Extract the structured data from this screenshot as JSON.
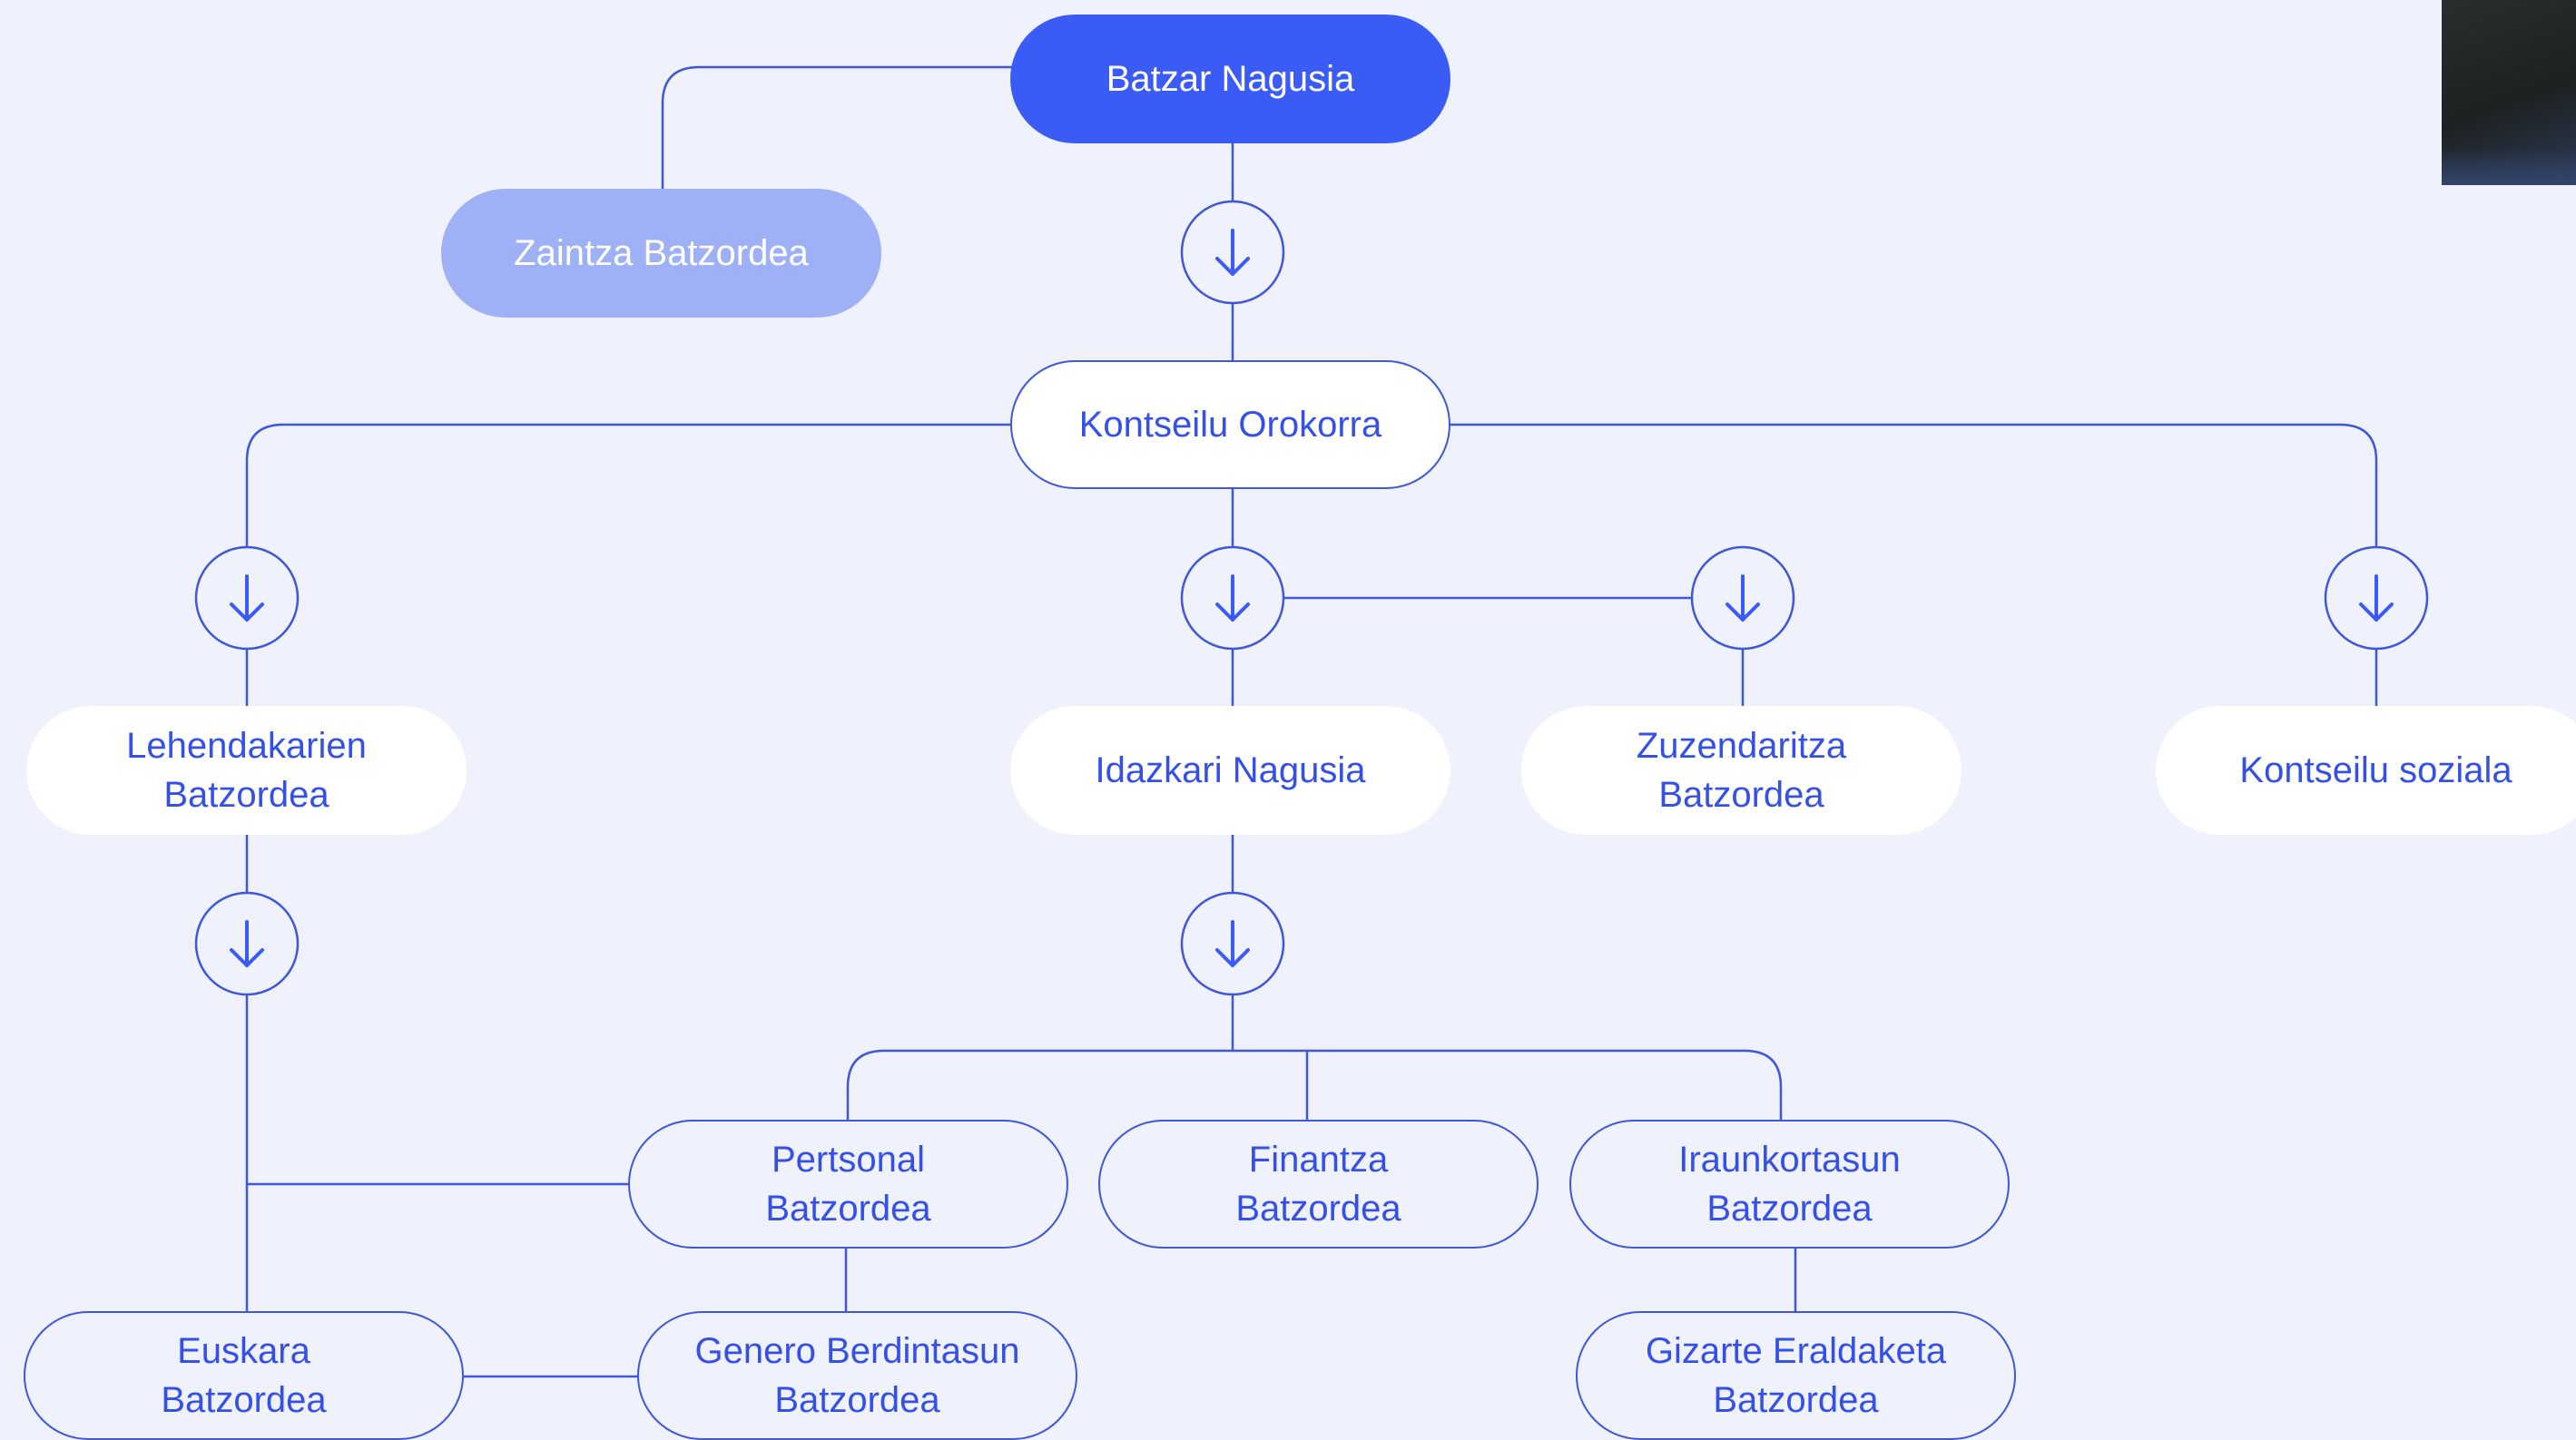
{
  "diagram": {
    "nodes": {
      "batzar_nagusia": "Batzar Nagusia",
      "zaintza_batzordea": "Zaintza Batzordea",
      "kontseilu_orokorra": "Kontseilu Orokorra",
      "lehendakarien_batzordea": "Lehendakarien\nBatzordea",
      "idazkari_nagusia": "Idazkari Nagusia",
      "zuzendaritza_batzordea": "Zuzendaritza\nBatzordea",
      "kontseilu_soziala": "Kontseilu soziala",
      "pertsonal_batzordea": "Pertsonal\nBatzordea",
      "finantza_batzordea": "Finantza\nBatzordea",
      "iraunkortasun_batzordea": "Iraunkortasun\nBatzordea",
      "euskara_batzordea": "Euskara\nBatzordea",
      "genero_berdintasun_batzordea": "Genero Berdintasun\nBatzordea",
      "gizarte_eraldaketa_batzordea": "Gizarte Eraldaketa\nBatzordea"
    },
    "arrow_icon": "arrow-down-icon",
    "colors": {
      "background": "#EFF1FC",
      "primary": "#3A5BF5",
      "secondary": "#9FB1F6",
      "line": "#3E58D9",
      "text": "#3550E6"
    }
  }
}
